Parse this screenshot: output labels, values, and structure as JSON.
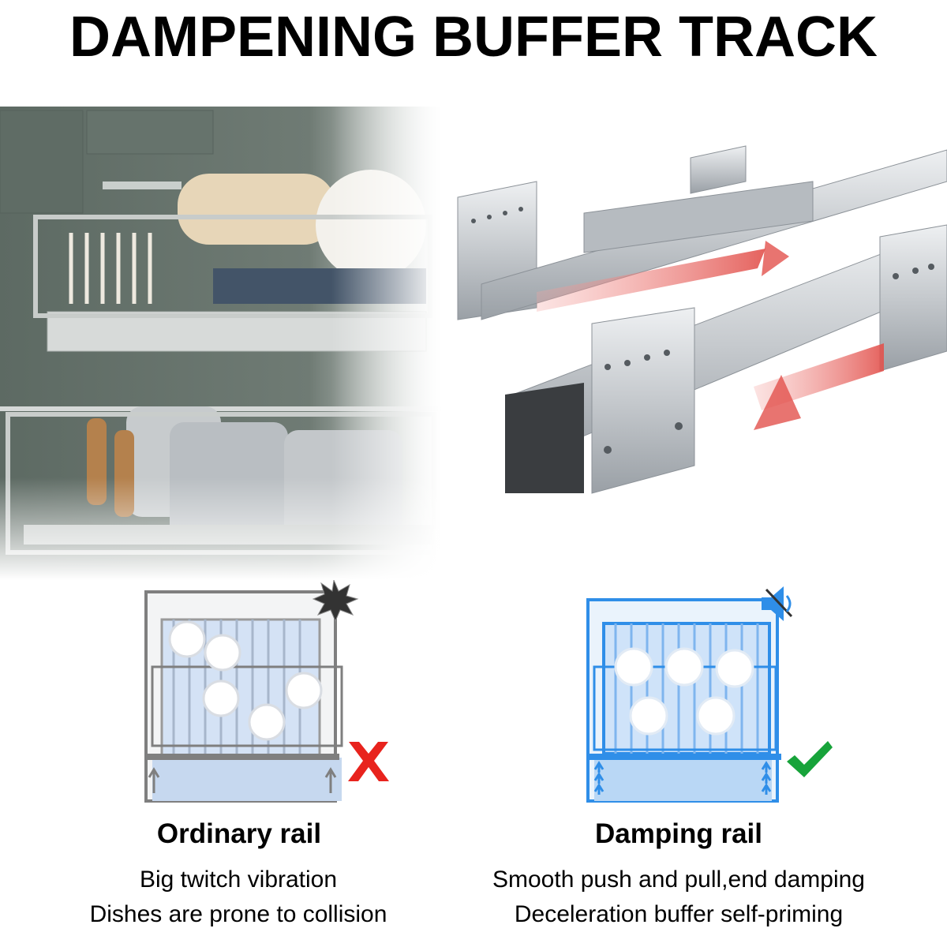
{
  "header": {
    "title": "DAMPENING BUFFER TRACK"
  },
  "comparison": {
    "ordinary": {
      "title": "Ordinary rail",
      "line1": "Big twitch vibration",
      "line2": "Dishes are prone to collision",
      "status_icon": "cross-icon",
      "impact_icon": "collision-burst-icon",
      "accent_color": "#7f7f7f",
      "mark_color": "#e8231d"
    },
    "damping": {
      "title": "Damping rail",
      "line1": "Smooth push and pull,end damping",
      "line2": "Deceleration buffer self-priming",
      "status_icon": "checkmark-icon",
      "impact_icon": "mute-speaker-icon",
      "accent_color": "#2f8ee8",
      "mark_color": "#17a33a"
    }
  }
}
